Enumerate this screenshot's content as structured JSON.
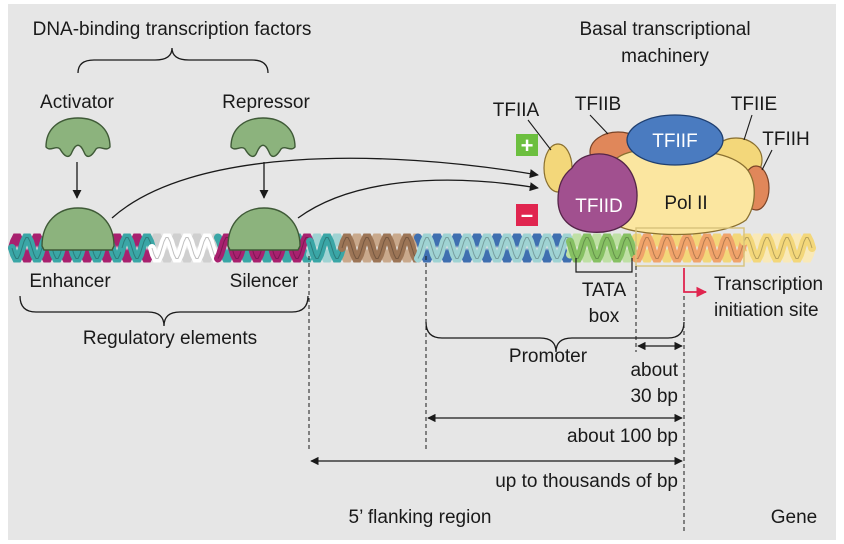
{
  "headings": {
    "dna_binding_tfs": "DNA-binding transcription factors",
    "basal_machinery_line1": "Basal transcriptional",
    "basal_machinery_line2": "machinery"
  },
  "factors": {
    "activator": "Activator",
    "repressor": "Repressor"
  },
  "complex": {
    "tfiia": "TFIIA",
    "tfiib": "TFIIB",
    "tfiie": "TFIIE",
    "tfiif": "TFIIF",
    "tfiih": "TFIIH",
    "tfiid": "TFIID",
    "pol2": "Pol II",
    "plus_sign": "+",
    "minus_sign": "–"
  },
  "elements": {
    "enhancer": "Enhancer",
    "silencer": "Silencer",
    "regulatory_elements": "Regulatory elements",
    "tata_line1": "TATA",
    "tata_line2": "box",
    "tis_line1": "Transcription",
    "tis_line2": "initiation site",
    "promoter": "Promoter"
  },
  "distances": {
    "about30_line1": "about",
    "about30_line2": "30 bp",
    "about100": "about 100 bp",
    "thousands": "up to thousands of bp"
  },
  "regions": {
    "flanking": "5’ flanking region",
    "gene": "Gene"
  },
  "colors": {
    "background": "#e6e6e6",
    "factor_green": "#8cb37d",
    "dna_teal": "#3aa6a6",
    "dna_magenta": "#a8216f",
    "dna_brown": "#9c7556",
    "dna_lightteal": "#9fd3d3",
    "dna_blue": "#3f6fb0",
    "dna_green": "#86c063",
    "dna_orange": "#f0a36a",
    "dna_yellow": "#f3d77a",
    "tfiid_purple": "#a1508f",
    "tfiif_blue": "#4a7bc0",
    "tfiib_orange": "#e0875a",
    "pol2_yellow": "#fbe6a0",
    "activator_plus": "#6cbf3f",
    "repressor_minus": "#e0254f",
    "tis_arrow": "#e0254f"
  }
}
